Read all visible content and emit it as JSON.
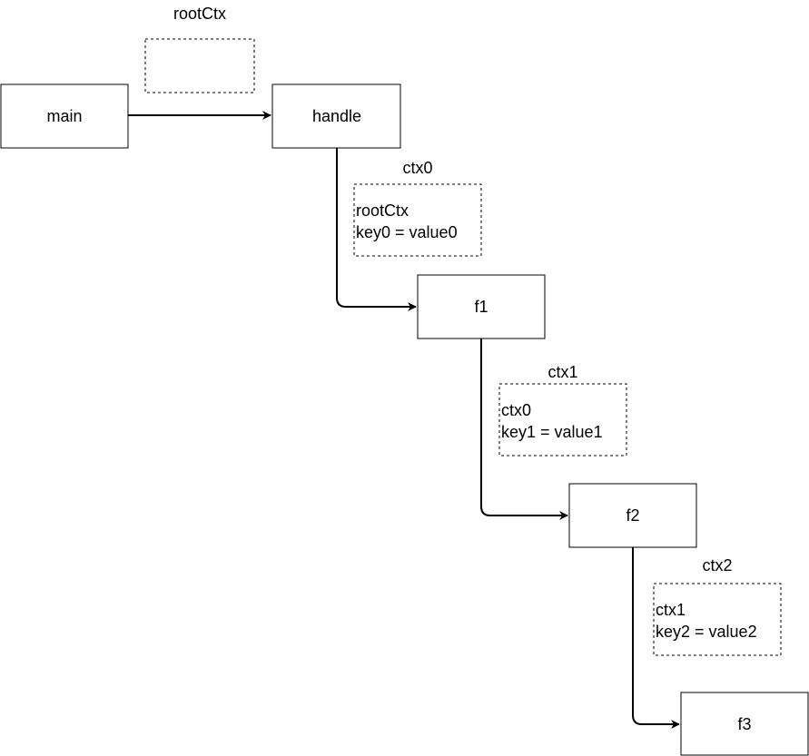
{
  "nodes": {
    "main": "main",
    "handle": "handle",
    "f1": "f1",
    "f2": "f2",
    "f3": "f3"
  },
  "contexts": {
    "root": {
      "title": "rootCtx",
      "lines": []
    },
    "ctx0": {
      "title": "ctx0",
      "lines": [
        "rootCtx",
        "key0 = value0"
      ]
    },
    "ctx1": {
      "title": "ctx1",
      "lines": [
        "ctx0",
        "key1 = value1"
      ]
    },
    "ctx2": {
      "title": "ctx2",
      "lines": [
        "ctx1",
        "key2 = value2"
      ]
    }
  },
  "edges": [
    {
      "from": "main",
      "to": "handle"
    },
    {
      "from": "handle",
      "to": "f1"
    },
    {
      "from": "f1",
      "to": "f2"
    },
    {
      "from": "f2",
      "to": "f3"
    }
  ]
}
